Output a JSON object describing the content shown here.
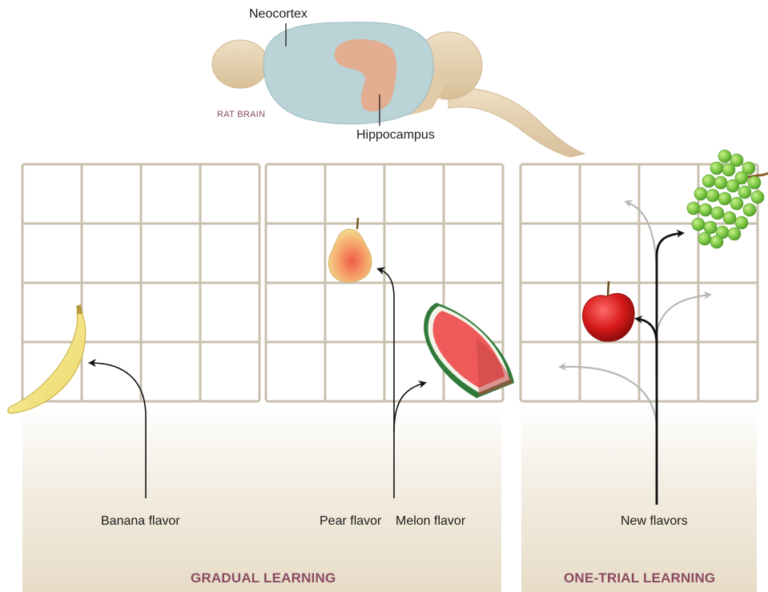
{
  "labels": {
    "neocortex": "Neocortex",
    "hippocampus": "Hippocampus",
    "rat_brain": "RAT BRAIN",
    "banana": "Banana flavor",
    "pear": "Pear flavor",
    "melon": "Melon flavor",
    "new_flavors": "New flavors",
    "gradual": "GRADUAL LEARNING",
    "one_trial": "ONE-TRIAL LEARNING"
  },
  "colors": {
    "grid_line": "#c9c0ae",
    "band_label": "#8a4a62",
    "cortex": "#b9d3d6",
    "hippocampus": "#e6a98c",
    "brain_tissue": "#e8d5b5",
    "arrow_black": "#111111",
    "arrow_gray": "#b7b7b7"
  },
  "grids": [
    {
      "name": "gradual-grid-left",
      "rows": 4,
      "cols": 4
    },
    {
      "name": "gradual-grid-right",
      "rows": 4,
      "cols": 4
    },
    {
      "name": "one-trial-grid",
      "rows": 4,
      "cols": 4
    }
  ],
  "icons": [
    "rat-brain-icon",
    "banana-icon",
    "pear-icon",
    "watermelon-icon",
    "apple-icon",
    "grapes-icon"
  ]
}
